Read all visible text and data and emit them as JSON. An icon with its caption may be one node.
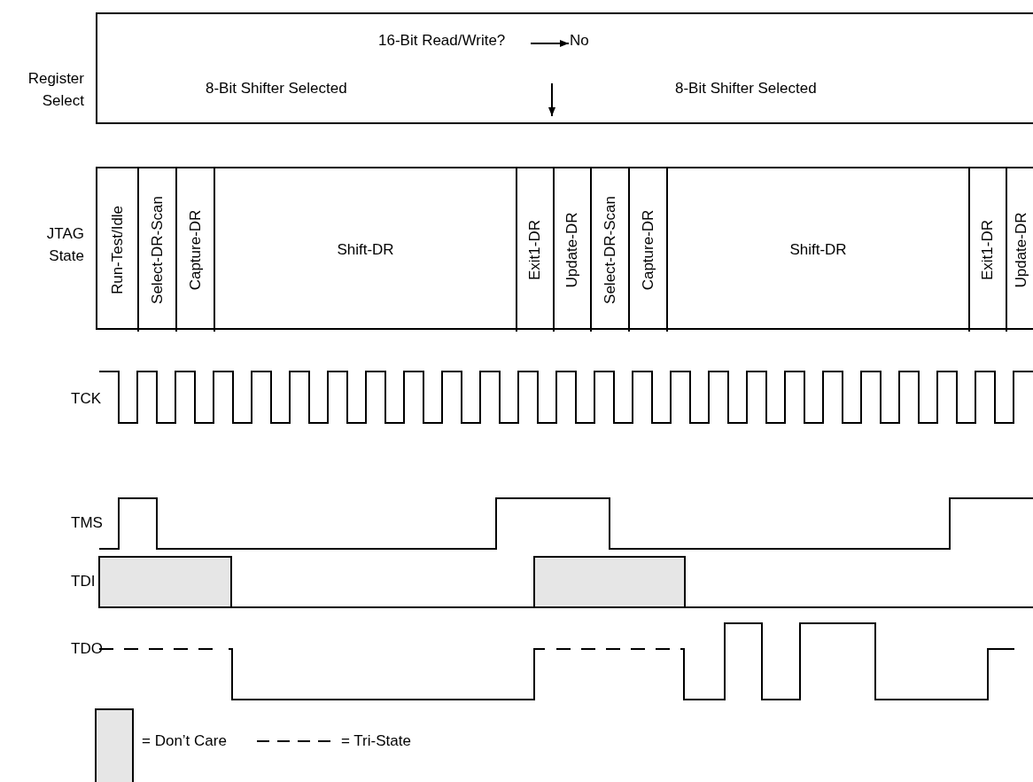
{
  "diagram": {
    "nodes": [
      {
        "text": [
          "8-Bit Shifter Selected",
          "8-Bit Shifter Selected"
        ]
      },
      {
        "text": [
          "16-Bit Read/Write?"
        ],
        "in": 0
      },
      {
        "text": [
          "No"
        ],
        "in": 0
      },
      {
        "text": [],
        "shape": "box"
      },
      {
        "text": [
          "Run-Test/Idle"
        ],
        "in": 3
      },
      {
        "text": [
          "Select-DR-Scan"
        ],
        "in": 3
      },
      {
        "text": [
          "Capture-DR"
        ],
        "in": 3
      },
      {
        "text": [
          "Shift-DR"
        ],
        "in": 3
      },
      {
        "text": [
          "Exit1-DR"
        ],
        "in": 3
      },
      {
        "text": [
          "Update-DR"
        ],
        "in": 3
      },
      {
        "text": [
          "Select-DR-Scan"
        ],
        "in": 3
      },
      {
        "text": [
          "Capture-DR"
        ],
        "in": 3
      },
      {
        "text": [
          "Shift-DR"
        ],
        "in": 3
      },
      {
        "text": [
          "Exit1-DR"
        ],
        "in": 3
      },
      {
        "text": [
          "Update-DR"
        ],
        "in": 3
      }
    ],
    "edges": [
      {
        "from": 1,
        "to": 2,
        "arrow": "to"
      }
    ],
    "labels": [
      "Register Select",
      "JTAG State",
      "TCK",
      "TMS",
      "TDI",
      "TDO"
    ],
    "legend": [
      {
        "text": "= Don’t Care",
        "color": "#e6e6e6"
      },
      {
        "text": "= Tri-State"
      }
    ]
  }
}
